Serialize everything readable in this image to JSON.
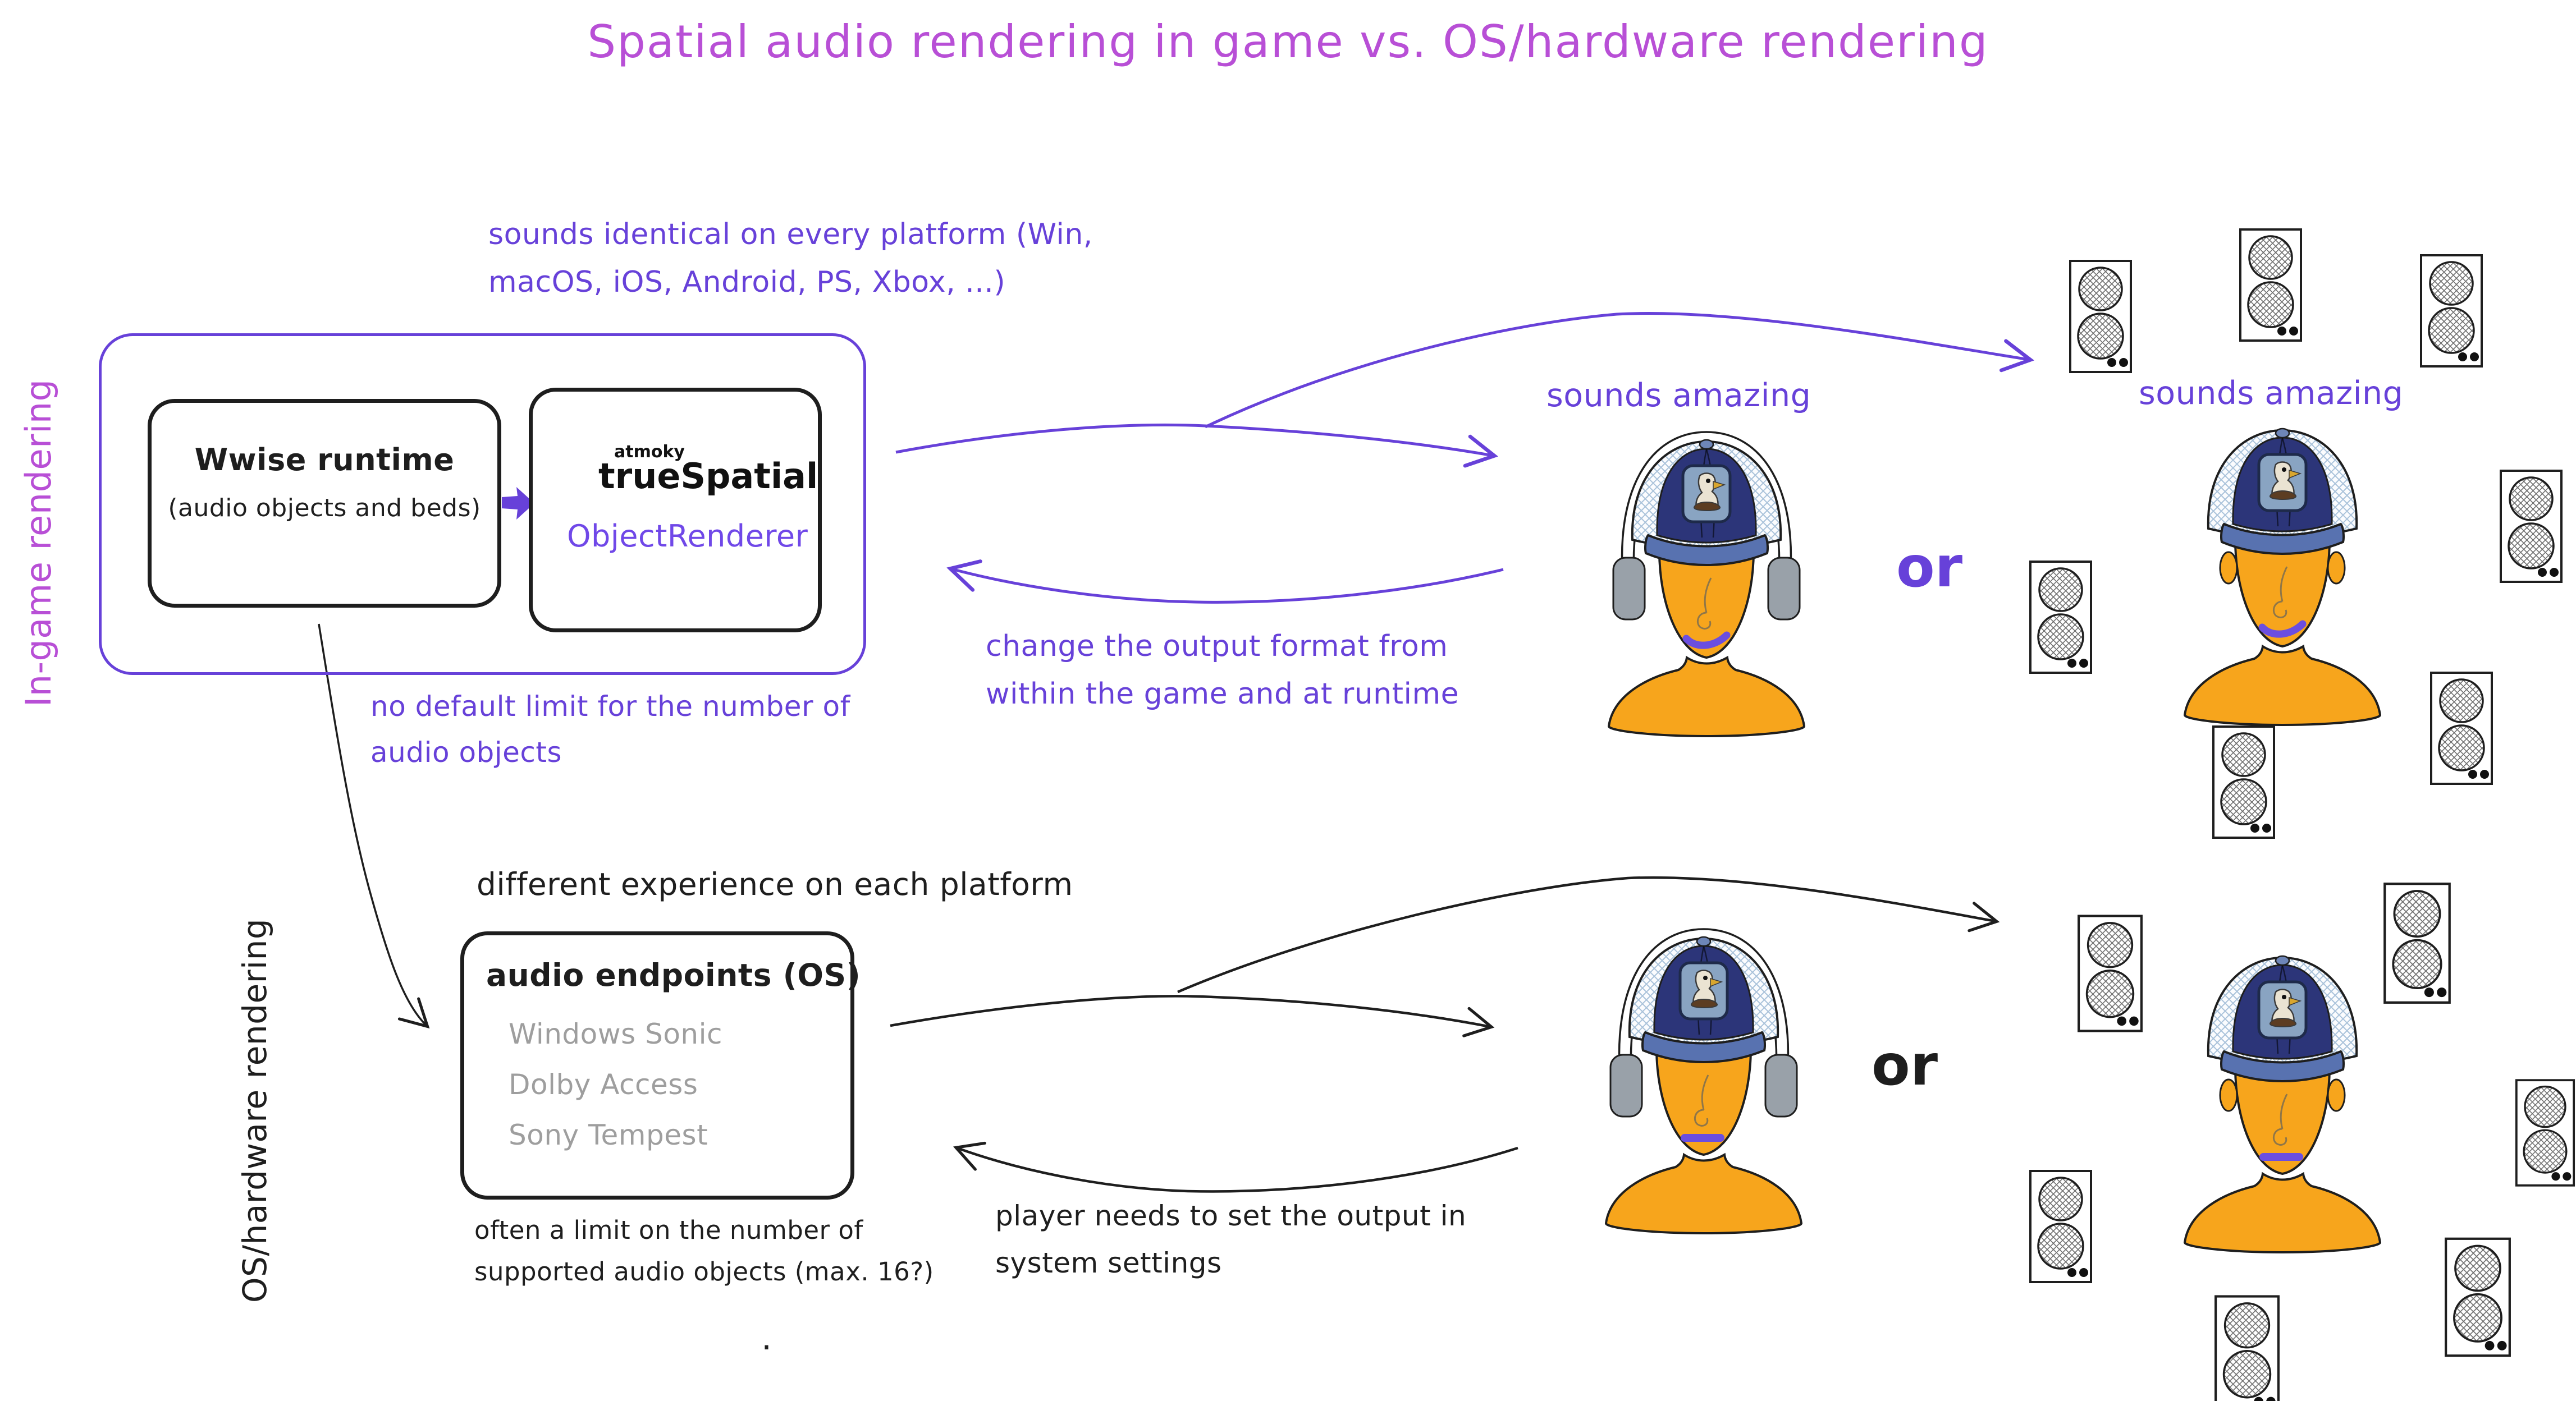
{
  "title": "Spatial audio rendering in game vs. OS/hardware rendering",
  "colors": {
    "title_magenta": "#b84fd6",
    "annotation_purple": "#6741d9",
    "ink_black": "#1e1e1e",
    "muted_gray": "#9e9e9e",
    "logo_purple": "#7048e8",
    "skin_orange": "#f7a51c",
    "cap_navy": "#2c3579",
    "brim_blue": "#5872b0"
  },
  "in_game": {
    "side_label": "In-game rendering",
    "platform_note": {
      "line1": "sounds identical on every platform (Win,",
      "line2": "macOS, iOS, Android, PS, Xbox, ...)"
    },
    "wwise_box": {
      "title": "Wwise runtime",
      "subtitle": "(audio objects and beds)"
    },
    "truespatial_box": {
      "brand": "atmoky",
      "product": "trueSpatial",
      "component": "ObjectRenderer"
    },
    "no_limit_note": {
      "line1": "no default limit for the number of",
      "line2": "audio objects"
    },
    "change_note": {
      "line1": "change the output format from",
      "line2": "within the game and at runtime"
    },
    "headphones_label": "sounds amazing",
    "speakers_label": "sounds amazing",
    "or_label": "or"
  },
  "os_hardware": {
    "side_label": "OS/hardware rendering",
    "heading": "different experience on each platform",
    "endpoints_box": {
      "title": "audio endpoints (OS)",
      "items": [
        "Windows Sonic",
        "Dolby Access",
        "Sony Tempest"
      ]
    },
    "limit_note": {
      "line1": "often a limit on the number of",
      "line2": "supported audio objects (max. 16?)"
    },
    "player_note": {
      "line1": "player needs to set the output in",
      "line2": "system settings"
    },
    "or_label": "or"
  },
  "stray_dot": "."
}
